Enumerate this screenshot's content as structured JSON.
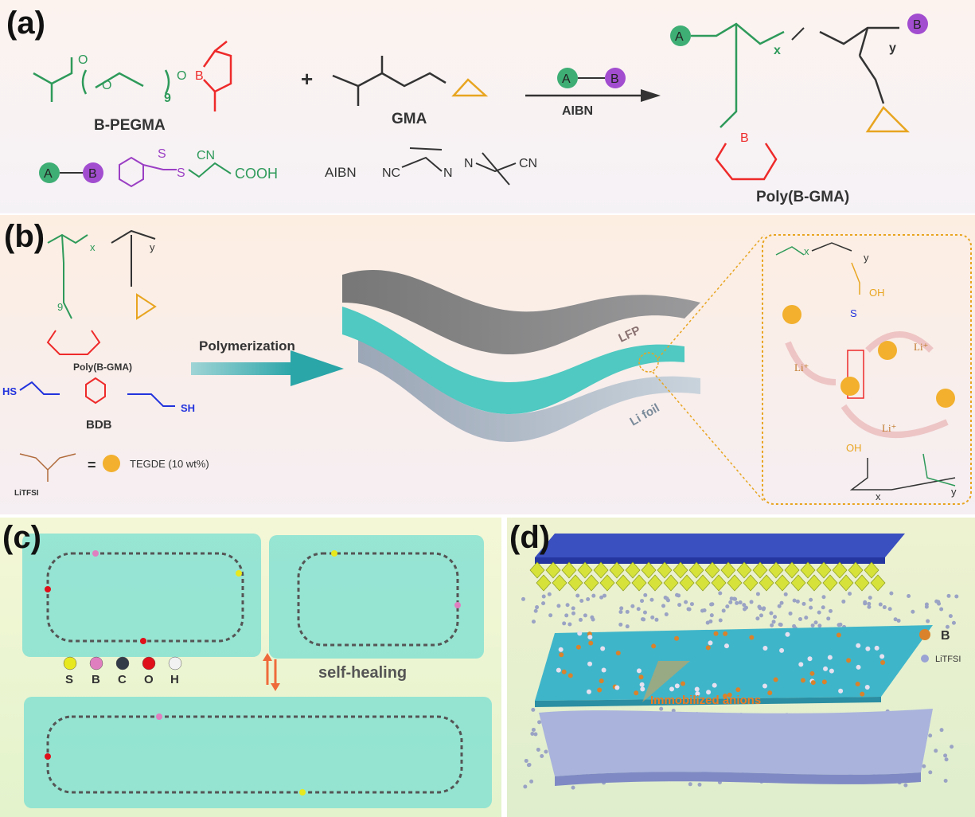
{
  "panel_a": {
    "label": "(a)",
    "monomer1": "B-PEGMA",
    "monomer2": "GMA",
    "plus": "+",
    "repeat_n": "9",
    "reagent": "AIBN",
    "cta_a": "A",
    "cta_b": "B",
    "cta_atoms": {
      "s1": "S",
      "s2": "S",
      "cn": "CN",
      "cooh": "COOH"
    },
    "aibn_label": "AIBN",
    "aibn_atoms": {
      "nc": "NC",
      "n1": "N",
      "n2": "N",
      "cn": "CN"
    },
    "product": "Poly(B-GMA)",
    "x": "x",
    "y": "y",
    "atom_o": "O",
    "atom_b": "B"
  },
  "panel_b": {
    "label": "(b)",
    "polymer": "Poly(B-GMA)",
    "crosslinker": "BDB",
    "hs": "HS",
    "sh": "SH",
    "salt": "LiTFSI",
    "equals": "=",
    "plasticizer": "TEGDE (10 wt%)",
    "arrow_label": "Polymerization",
    "layer_top": "LFP",
    "layer_bottom": "Li foil",
    "li_ion": "Li⁺",
    "oh": "OH",
    "s": "S",
    "x": "x",
    "y": "y",
    "repeat_n": "9"
  },
  "panel_c": {
    "label": "(c)",
    "caption": "self-healing",
    "legend": [
      "S",
      "B",
      "C",
      "O",
      "H"
    ],
    "legend_colors": [
      "#e8e81e",
      "#e07fc0",
      "#333a48",
      "#e0101a",
      "#f2f2f2"
    ]
  },
  "panel_d": {
    "label": "(d)",
    "legend": [
      {
        "label": "B",
        "color": "#d9822b"
      },
      {
        "label": "LiTFSI",
        "color": "#9aa3d4"
      }
    ],
    "annotation": "Immobilized anions"
  },
  "colors": {
    "green": "#2e9a5a",
    "red": "#ee2a2a",
    "purple": "#9b3fc4",
    "orange": "#e8a520",
    "blue": "#2233dd",
    "teal": "#3bb5b0"
  }
}
